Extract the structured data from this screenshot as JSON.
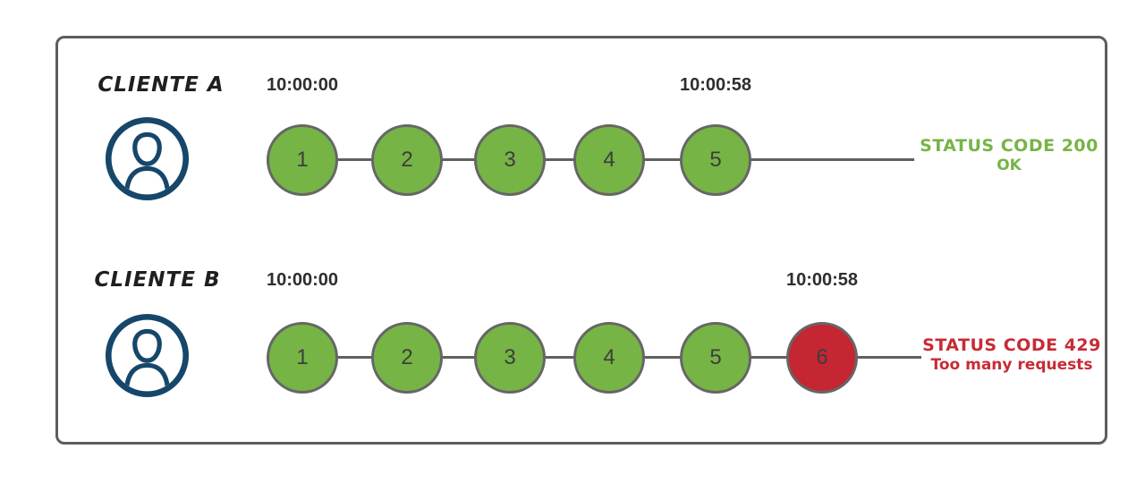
{
  "colors": {
    "frame_border": "#5d5d5f",
    "timeline_line": "#606060",
    "circle_border": "#666666",
    "circle_number": "#3d3d3d",
    "request_ok_green": "#76b446",
    "request_limited_red": "#c62532",
    "avatar_navy": "#16476a",
    "timestamp_text": "#2e2e2e",
    "client_label_text": "#1f1f1f",
    "status_ok_text": "#76b446",
    "status_error_text": "#c82b35"
  },
  "rows": [
    {
      "client_label": "CLIENTE A",
      "avatar_icon": "user-avatar-icon",
      "start_time": "10:00:00",
      "end_time": "10:00:58",
      "requests": [
        {
          "label": "1",
          "color": "#76b446"
        },
        {
          "label": "2",
          "color": "#76b446"
        },
        {
          "label": "3",
          "color": "#76b446"
        },
        {
          "label": "4",
          "color": "#76b446"
        },
        {
          "label": "5",
          "color": "#76b446"
        }
      ],
      "status_line1": "STATUS CODE 200",
      "status_line2": "OK",
      "status_color": "#76b446"
    },
    {
      "client_label": "CLIENTE B",
      "avatar_icon": "user-avatar-icon",
      "start_time": "10:00:00",
      "end_time": "10:00:58",
      "requests": [
        {
          "label": "1",
          "color": "#76b446"
        },
        {
          "label": "2",
          "color": "#76b446"
        },
        {
          "label": "3",
          "color": "#76b446"
        },
        {
          "label": "4",
          "color": "#76b446"
        },
        {
          "label": "5",
          "color": "#76b446"
        },
        {
          "label": "6",
          "color": "#c62532"
        }
      ],
      "status_line1": "STATUS CODE 429",
      "status_line2": "Too many requests",
      "status_color": "#c82b35"
    }
  ]
}
